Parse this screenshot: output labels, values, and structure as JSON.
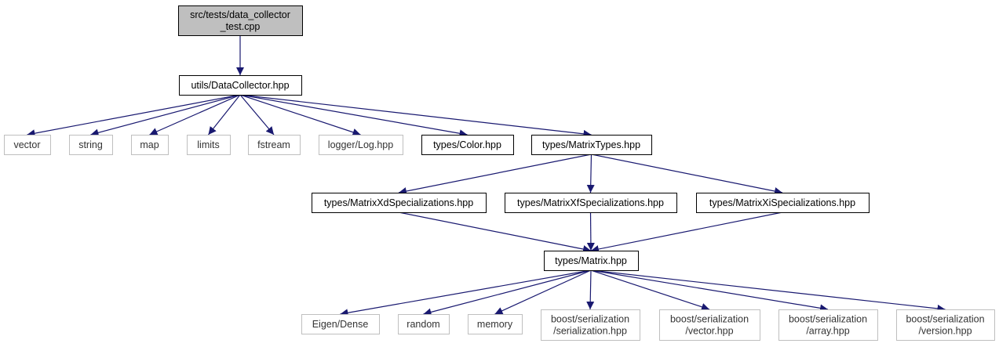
{
  "diagram": {
    "nodes": [
      {
        "id": "root",
        "lines": [
          "src/tests/data_collector",
          "_test.cpp"
        ],
        "style": "root"
      },
      {
        "id": "datacollector",
        "lines": [
          "utils/DataCollector.hpp"
        ],
        "style": "normal"
      },
      {
        "id": "vector",
        "lines": [
          "vector"
        ],
        "style": "external"
      },
      {
        "id": "string",
        "lines": [
          "string"
        ],
        "style": "external"
      },
      {
        "id": "map",
        "lines": [
          "map"
        ],
        "style": "external"
      },
      {
        "id": "limits",
        "lines": [
          "limits"
        ],
        "style": "external"
      },
      {
        "id": "fstream",
        "lines": [
          "fstream"
        ],
        "style": "external"
      },
      {
        "id": "log",
        "lines": [
          "logger/Log.hpp"
        ],
        "style": "external"
      },
      {
        "id": "color",
        "lines": [
          "types/Color.hpp"
        ],
        "style": "normal"
      },
      {
        "id": "matrixtypes",
        "lines": [
          "types/MatrixTypes.hpp"
        ],
        "style": "normal"
      },
      {
        "id": "xd",
        "lines": [
          "types/MatrixXdSpecializations.hpp"
        ],
        "style": "normal"
      },
      {
        "id": "xf",
        "lines": [
          "types/MatrixXfSpecializations.hpp"
        ],
        "style": "normal"
      },
      {
        "id": "xi",
        "lines": [
          "types/MatrixXiSpecializations.hpp"
        ],
        "style": "normal"
      },
      {
        "id": "matrix",
        "lines": [
          "types/Matrix.hpp"
        ],
        "style": "normal"
      },
      {
        "id": "eigen",
        "lines": [
          "Eigen/Dense"
        ],
        "style": "external"
      },
      {
        "id": "random",
        "lines": [
          "random"
        ],
        "style": "external"
      },
      {
        "id": "memory",
        "lines": [
          "memory"
        ],
        "style": "external"
      },
      {
        "id": "bser",
        "lines": [
          "boost/serialization",
          "/serialization.hpp"
        ],
        "style": "external"
      },
      {
        "id": "bvec",
        "lines": [
          "boost/serialization",
          "/vector.hpp"
        ],
        "style": "external"
      },
      {
        "id": "barr",
        "lines": [
          "boost/serialization",
          "/array.hpp"
        ],
        "style": "external"
      },
      {
        "id": "bver",
        "lines": [
          "boost/serialization",
          "/version.hpp"
        ],
        "style": "external"
      }
    ],
    "edges": [
      [
        "root",
        "datacollector"
      ],
      [
        "datacollector",
        "vector"
      ],
      [
        "datacollector",
        "string"
      ],
      [
        "datacollector",
        "map"
      ],
      [
        "datacollector",
        "limits"
      ],
      [
        "datacollector",
        "fstream"
      ],
      [
        "datacollector",
        "log"
      ],
      [
        "datacollector",
        "color"
      ],
      [
        "datacollector",
        "matrixtypes"
      ],
      [
        "matrixtypes",
        "xd"
      ],
      [
        "matrixtypes",
        "xf"
      ],
      [
        "matrixtypes",
        "xi"
      ],
      [
        "xd",
        "matrix"
      ],
      [
        "xf",
        "matrix"
      ],
      [
        "xi",
        "matrix"
      ],
      [
        "matrix",
        "eigen"
      ],
      [
        "matrix",
        "random"
      ],
      [
        "matrix",
        "memory"
      ],
      [
        "matrix",
        "bser"
      ],
      [
        "matrix",
        "bvec"
      ],
      [
        "matrix",
        "barr"
      ],
      [
        "matrix",
        "bver"
      ]
    ],
    "colors": {
      "edge": "#191970",
      "root_fill": "#bfbfbf",
      "normal_border": "#000000",
      "external_border": "#bfbfbf"
    }
  }
}
